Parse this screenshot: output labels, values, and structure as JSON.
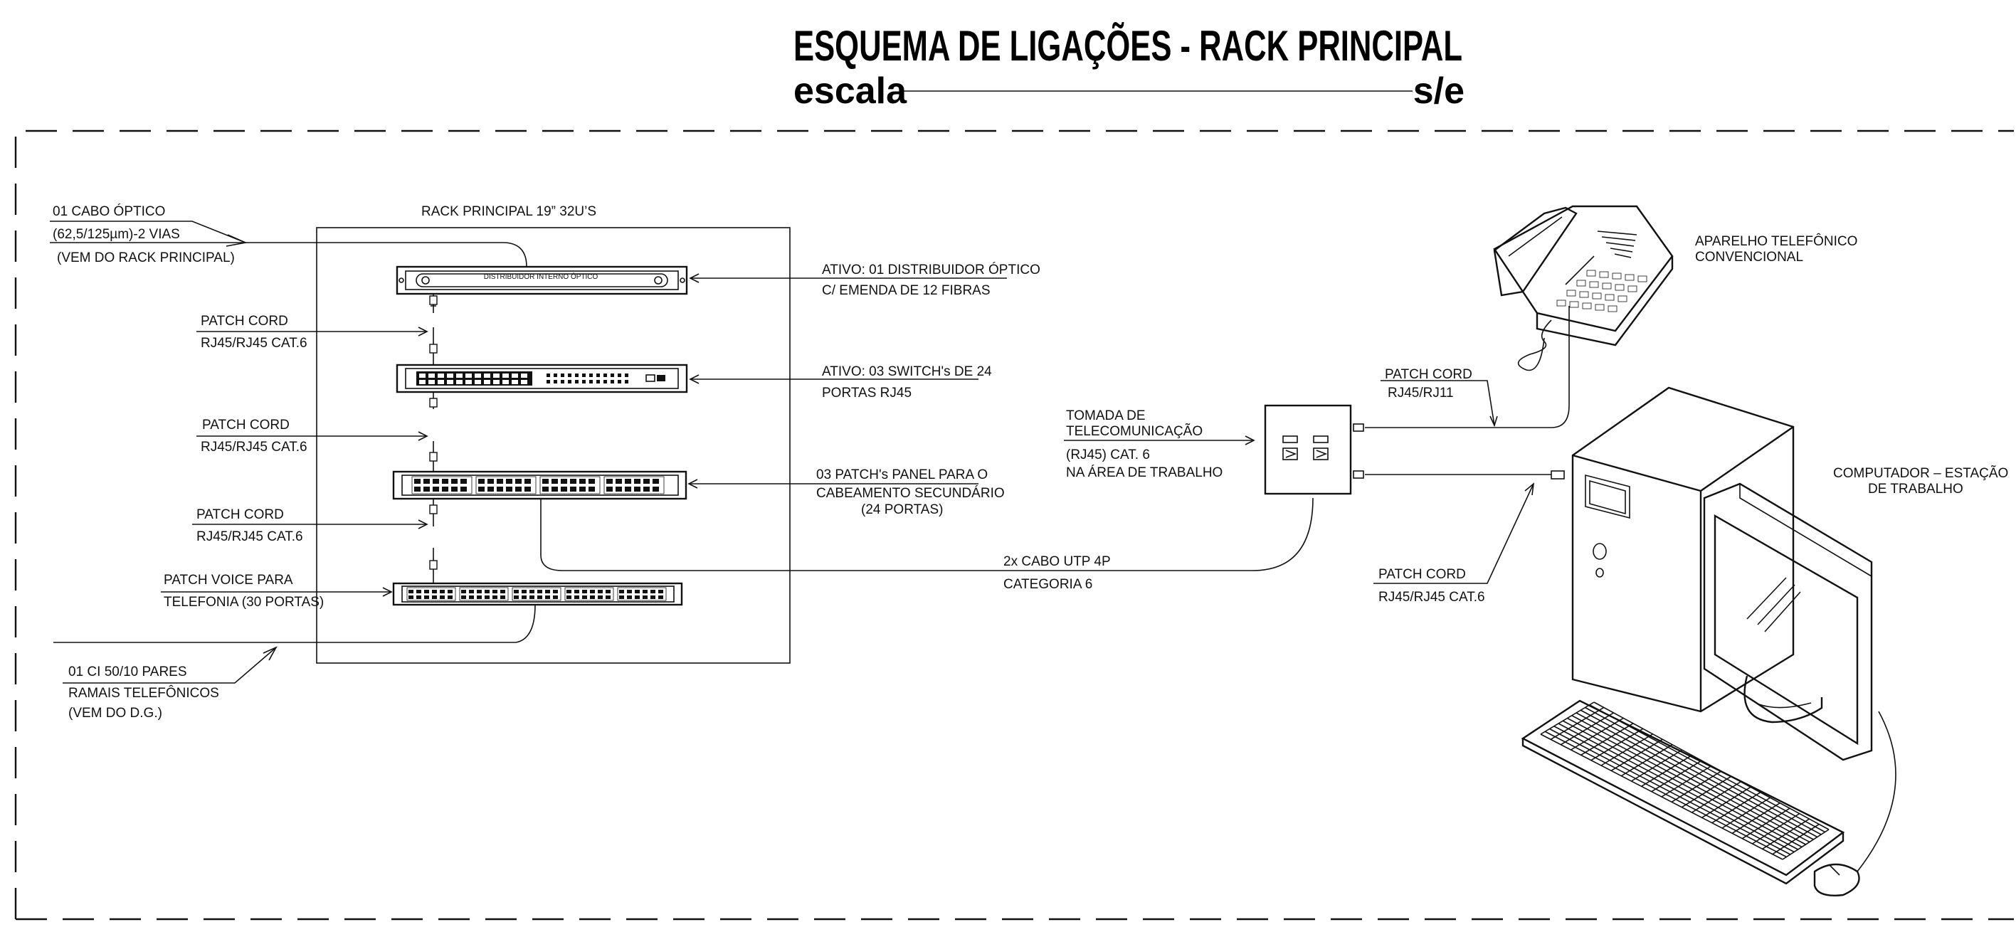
{
  "title": {
    "main": "ESQUEMA DE LIGAÇÕES - RACK PRINCIPAL",
    "scale_label": "escala",
    "scale_value": "s/e"
  },
  "rack": {
    "title": "RACK PRINCIPAL 19” 32U’S",
    "optical_panel_text": "DISTRIBUIDOR INTERNO ÓPTICO"
  },
  "labels": {
    "optical_cable": [
      "01 CABO ÓPTICO",
      "(62,5/125µm)-2 VIAS",
      "(VEM DO RACK PRINCIPAL)"
    ],
    "patch_cord_1": [
      "PATCH CORD",
      "RJ45/RJ45 CAT.6"
    ],
    "patch_cord_2": [
      "PATCH CORD",
      "RJ45/RJ45 CAT.6"
    ],
    "patch_cord_3": [
      "PATCH CORD",
      "RJ45/RJ45 CAT.6"
    ],
    "patch_voice": [
      "PATCH VOICE PARA",
      "TELEFONIA (30 PORTAS)"
    ],
    "ci_cable": [
      "01 CI 50/10 PARES",
      "RAMAIS TELEFÔNICOS",
      "(VEM DO D.G.)"
    ],
    "optical_dist": [
      "ATIVO: 01 DISTRIBUIDOR ÓPTICO",
      "C/ EMENDA DE 12 FIBRAS"
    ],
    "switches": [
      "ATIVO: 03 SWITCH's DE 24",
      "PORTAS RJ45"
    ],
    "patch_panel": [
      "03 PATCH's PANEL PARA O",
      "CABEAMENTO SECUNDÁRIO",
      "(24 PORTAS)"
    ],
    "utp_cable": [
      "2x CABO UTP 4P",
      "CATEGORIA 6"
    ],
    "outlet": [
      "TOMADA DE",
      "TELECOMUNICAÇÃO",
      "(RJ45) CAT. 6",
      "NA ÁREA DE TRABALHO"
    ],
    "patch_cord_phone": [
      "PATCH CORD",
      "RJ45/RJ11"
    ],
    "patch_cord_pc": [
      "PATCH CORD",
      "RJ45/RJ45 CAT.6"
    ],
    "phone": [
      "APARELHO TELEFÔNICO",
      "CONVENCIONAL"
    ],
    "computer": [
      "COMPUTADOR – ESTAÇÃO",
      "DE TRABALHO"
    ]
  }
}
